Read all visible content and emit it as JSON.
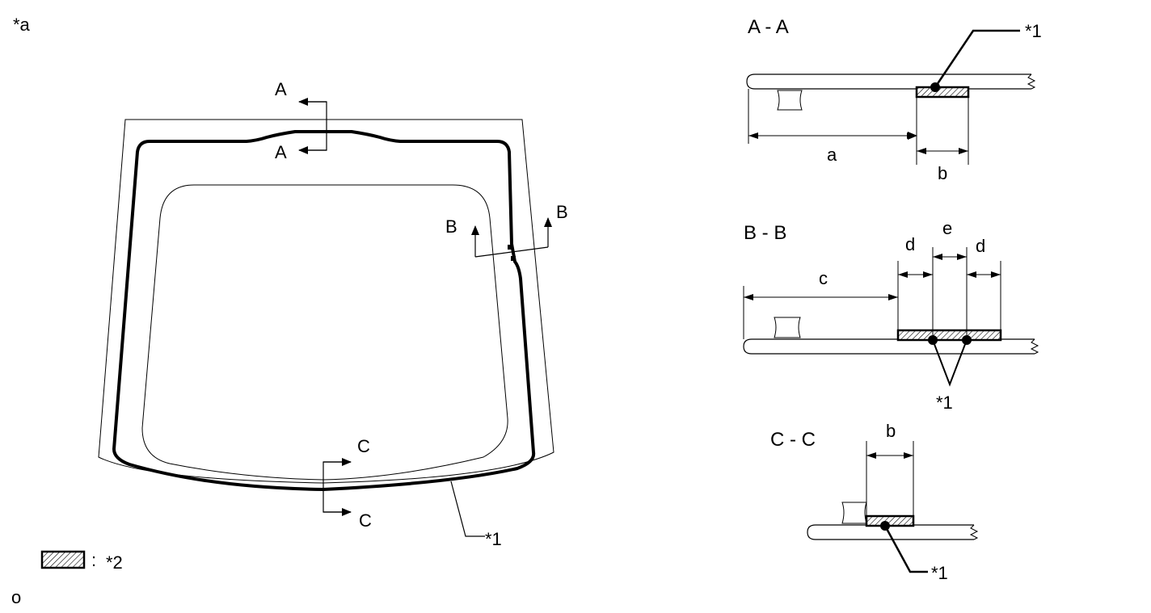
{
  "figure": {
    "view_label": "*a",
    "footer_mark": "o",
    "legend": {
      "sep": ":",
      "text": "*2"
    }
  },
  "windshield": {
    "sections": {
      "a": "A",
      "b": "B",
      "c": "C"
    },
    "callout": "*1"
  },
  "section_aa": {
    "title": "A - A",
    "callout": "*1",
    "dims": {
      "a": "a",
      "b": "b"
    }
  },
  "section_bb": {
    "title": "B - B",
    "callout": "*1",
    "dims": {
      "c": "c",
      "d": "d",
      "e": "e"
    }
  },
  "section_cc": {
    "title": "C - C",
    "callout": "*1",
    "dims": {
      "b": "b"
    }
  }
}
